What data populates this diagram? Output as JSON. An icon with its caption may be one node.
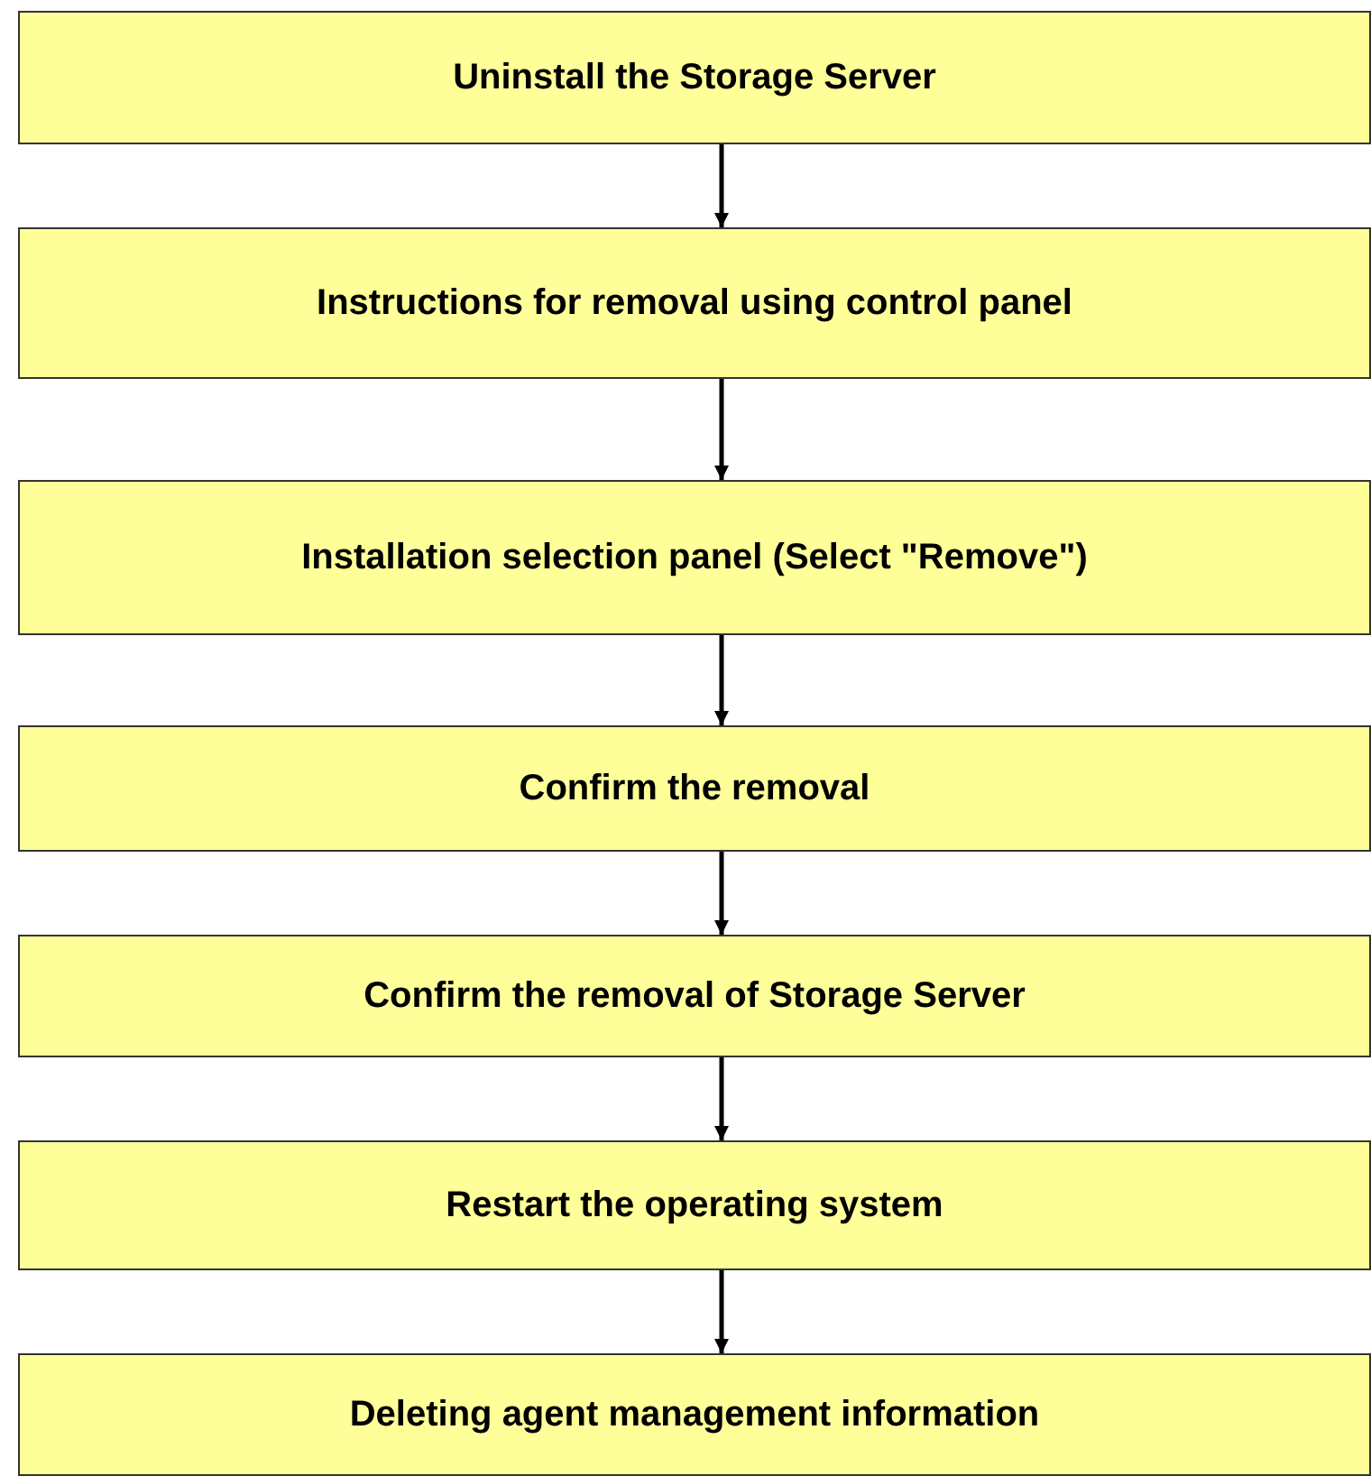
{
  "diagram": {
    "nodes": [
      {
        "text": [
          "Uninstall the Storage Server"
        ]
      },
      {
        "text": [
          "Instructions for removal using control panel"
        ]
      },
      {
        "text": [
          "Installation selection panel (Select \"Remove\")"
        ]
      },
      {
        "text": [
          "Confirm the removal"
        ]
      },
      {
        "text": [
          "Confirm the removal of Storage Server"
        ]
      },
      {
        "text": [
          "Restart the operating system"
        ]
      },
      {
        "text": [
          "Deleting agent management information"
        ]
      }
    ],
    "edges": [
      {
        "from": 0,
        "to": 1,
        "arrow": "to"
      },
      {
        "from": 1,
        "to": 2,
        "arrow": "to"
      },
      {
        "from": 2,
        "to": 3,
        "arrow": "to"
      },
      {
        "from": 3,
        "to": 4,
        "arrow": "to"
      },
      {
        "from": 4,
        "to": 5,
        "arrow": "to"
      },
      {
        "from": 5,
        "to": 6,
        "arrow": "to"
      }
    ]
  }
}
